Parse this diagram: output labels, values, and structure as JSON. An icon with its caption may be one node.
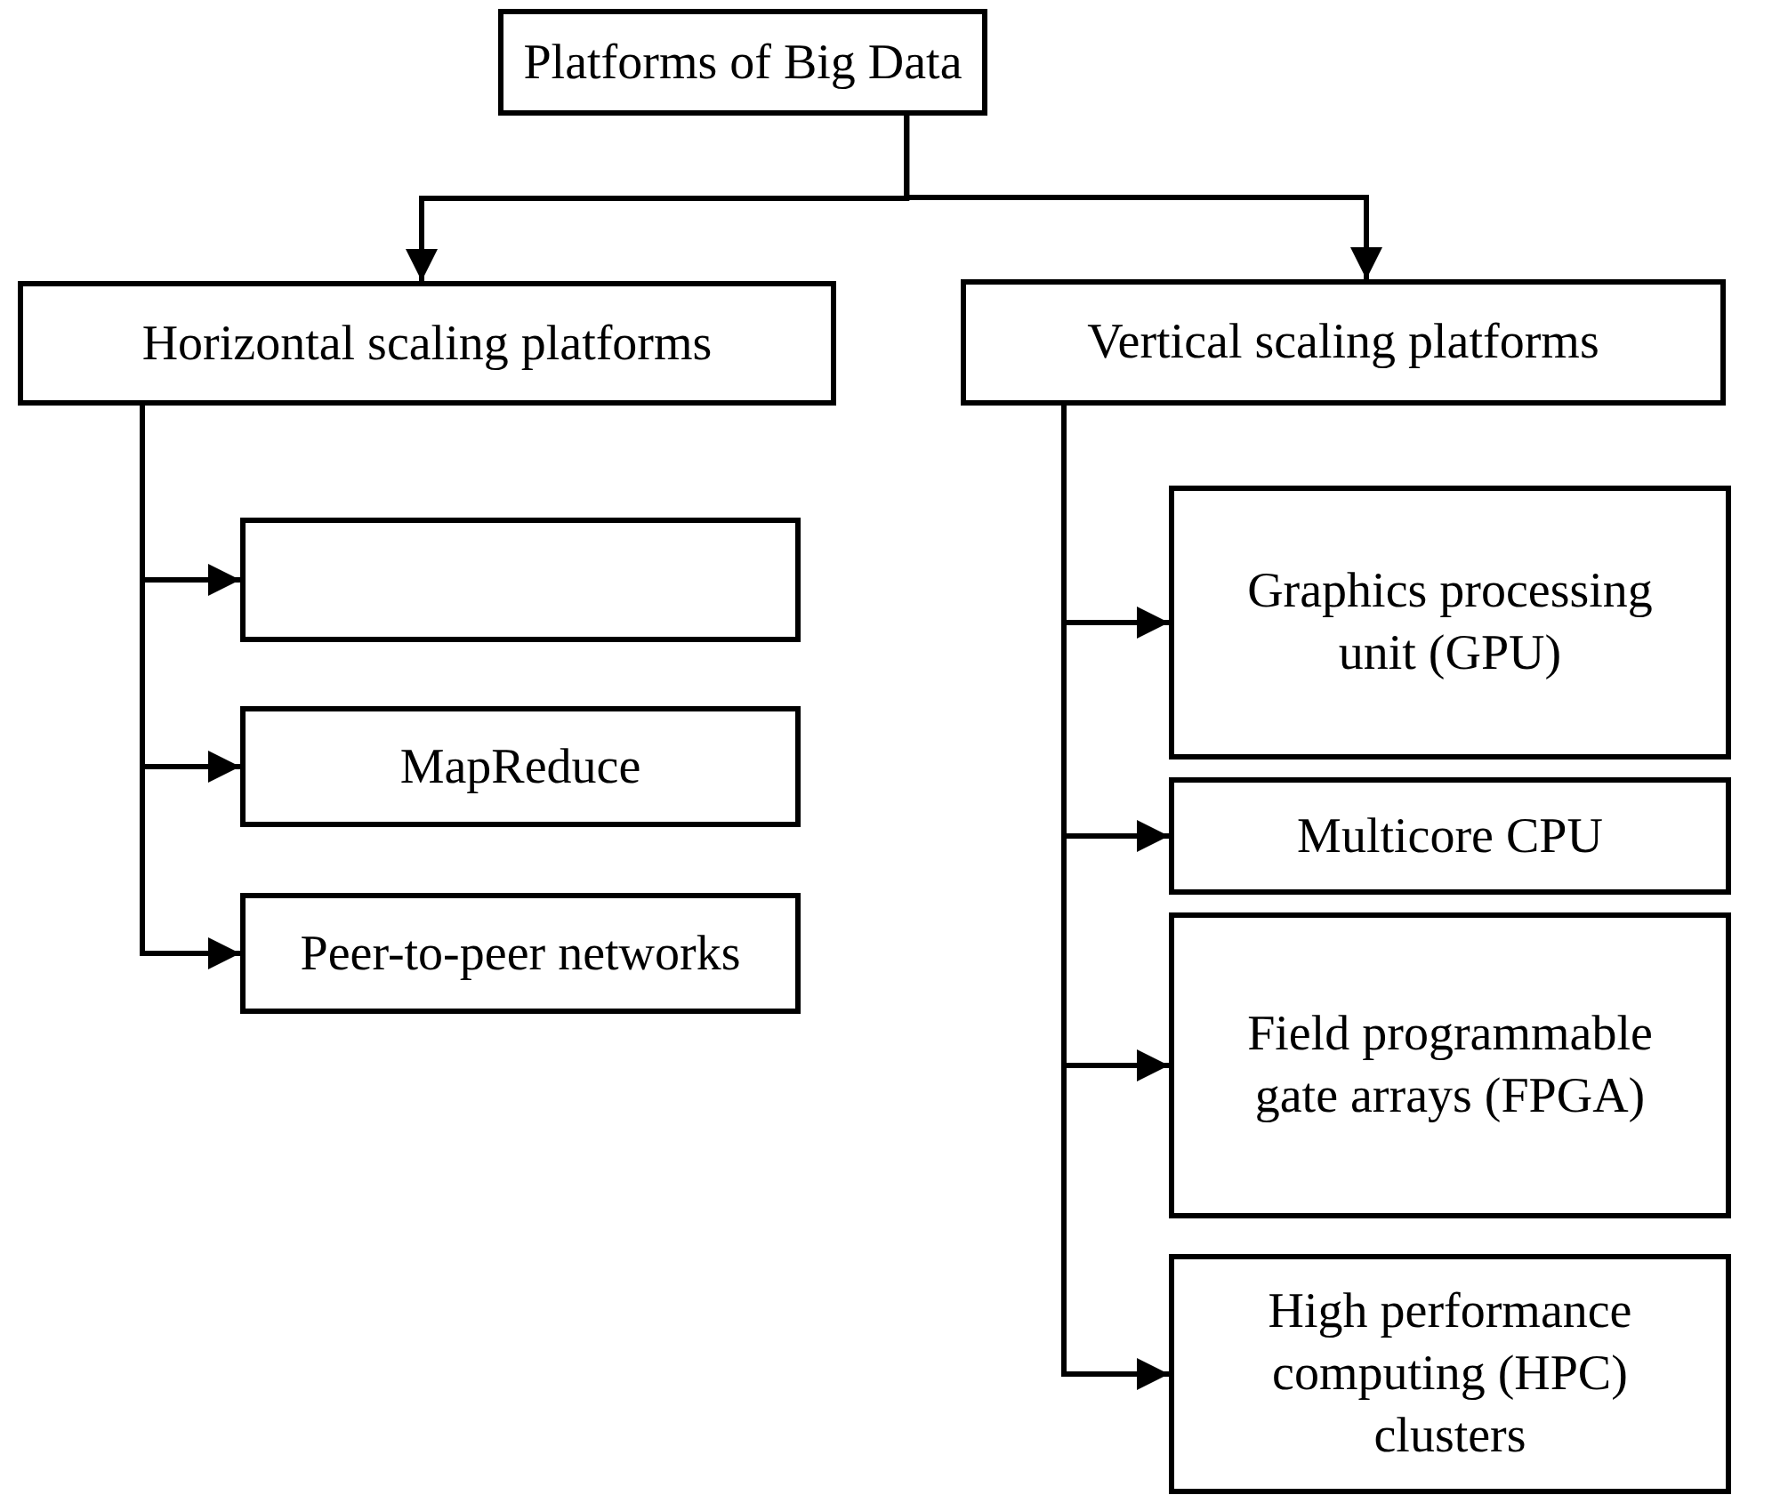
{
  "diagram": {
    "nodes": [
      {
        "text": [
          "Platforms of Big Data"
        ]
      },
      {
        "text": [
          "Horizontal scaling platforms"
        ]
      },
      {
        "text": [
          "Vertical scaling platforms"
        ]
      },
      {
        "text": [],
        "shape": "box"
      },
      {
        "text": [
          "MapReduce"
        ]
      },
      {
        "text": [
          "Peer-to-peer networks"
        ]
      },
      {
        "text": [
          "Graphics processing unit (GPU)"
        ]
      },
      {
        "text": [
          "Multicore CPU"
        ]
      },
      {
        "text": [
          "Field programmable gate arrays (FPGA)"
        ]
      },
      {
        "text": [
          "High performance computing (HPC) clusters"
        ]
      }
    ],
    "edges": [
      {
        "from": 0,
        "to": 1,
        "arrow": "to"
      },
      {
        "from": 0,
        "to": 2,
        "arrow": "to"
      },
      {
        "from": 1,
        "to": 3,
        "arrow": "to"
      },
      {
        "from": 1,
        "to": 4,
        "arrow": "to"
      },
      {
        "from": 1,
        "to": 5,
        "arrow": "to"
      },
      {
        "from": 2,
        "to": 6,
        "arrow": "to"
      },
      {
        "from": 2,
        "to": 7,
        "arrow": "to"
      },
      {
        "from": 2,
        "to": 8,
        "arrow": "to"
      },
      {
        "from": 2,
        "to": 9,
        "arrow": "to"
      }
    ]
  }
}
